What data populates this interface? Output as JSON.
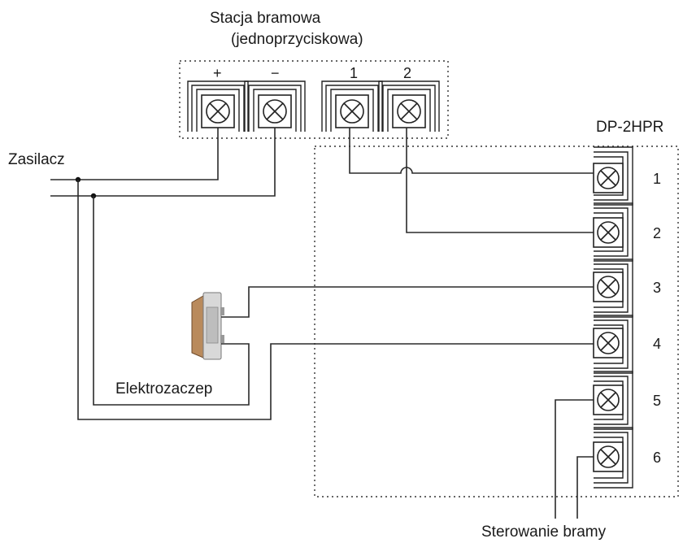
{
  "gate_station": {
    "title": "Stacja bramowa",
    "subtitle": "(jednoprzyciskowa)",
    "terminals": [
      "+",
      "−",
      "1",
      "2"
    ]
  },
  "power_supply": {
    "label": "Zasilacz"
  },
  "module": {
    "label": "DP-2HPR",
    "terminals": [
      "1",
      "2",
      "3",
      "4",
      "5",
      "6"
    ]
  },
  "lock": {
    "label": "Elektrozaczep"
  },
  "gate_control": {
    "label": "Sterowanie bramy"
  }
}
